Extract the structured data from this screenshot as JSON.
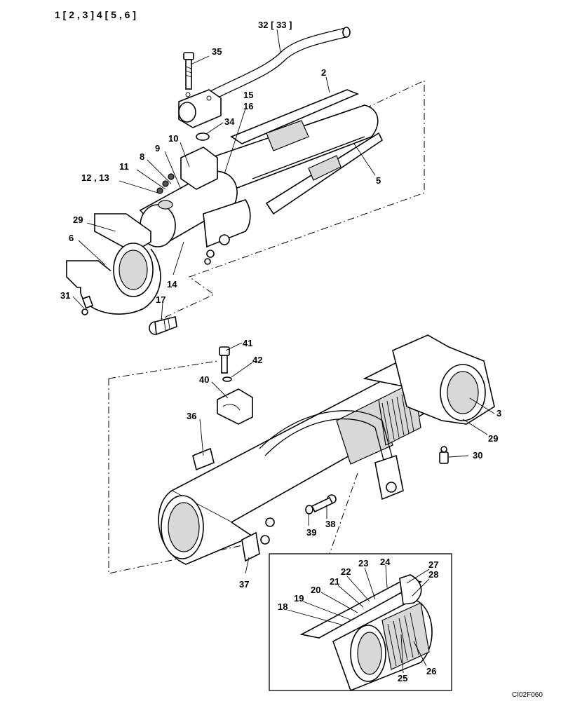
{
  "header": {
    "assembly_notation": "1 [ 2 , 3 ]   4 [ 5 , 6 ]"
  },
  "drawing_code": "CI02F060",
  "callouts": {
    "c1": "32 [ 33 ]",
    "c2": "35",
    "c3": "2",
    "c4": "15",
    "c5": "16",
    "c6": "34",
    "c7": "10",
    "c8": "9",
    "c9": "8",
    "c10": "11",
    "c11": "12 , 13",
    "c12": "5",
    "c13": "29",
    "c14": "6",
    "c15": "14",
    "c16": "31",
    "c17": "17",
    "c18": "41",
    "c19": "42",
    "c20": "40",
    "c21": "3",
    "c22": "29",
    "c23": "36",
    "c24": "30",
    "c25": "38",
    "c26": "39",
    "c27": "37",
    "c28": "23",
    "c29": "24",
    "c30": "27",
    "c31": "22",
    "c32": "28",
    "c33": "21",
    "c34": "20",
    "c35": "19",
    "c36": "18",
    "c37": "26",
    "c38": "25"
  }
}
